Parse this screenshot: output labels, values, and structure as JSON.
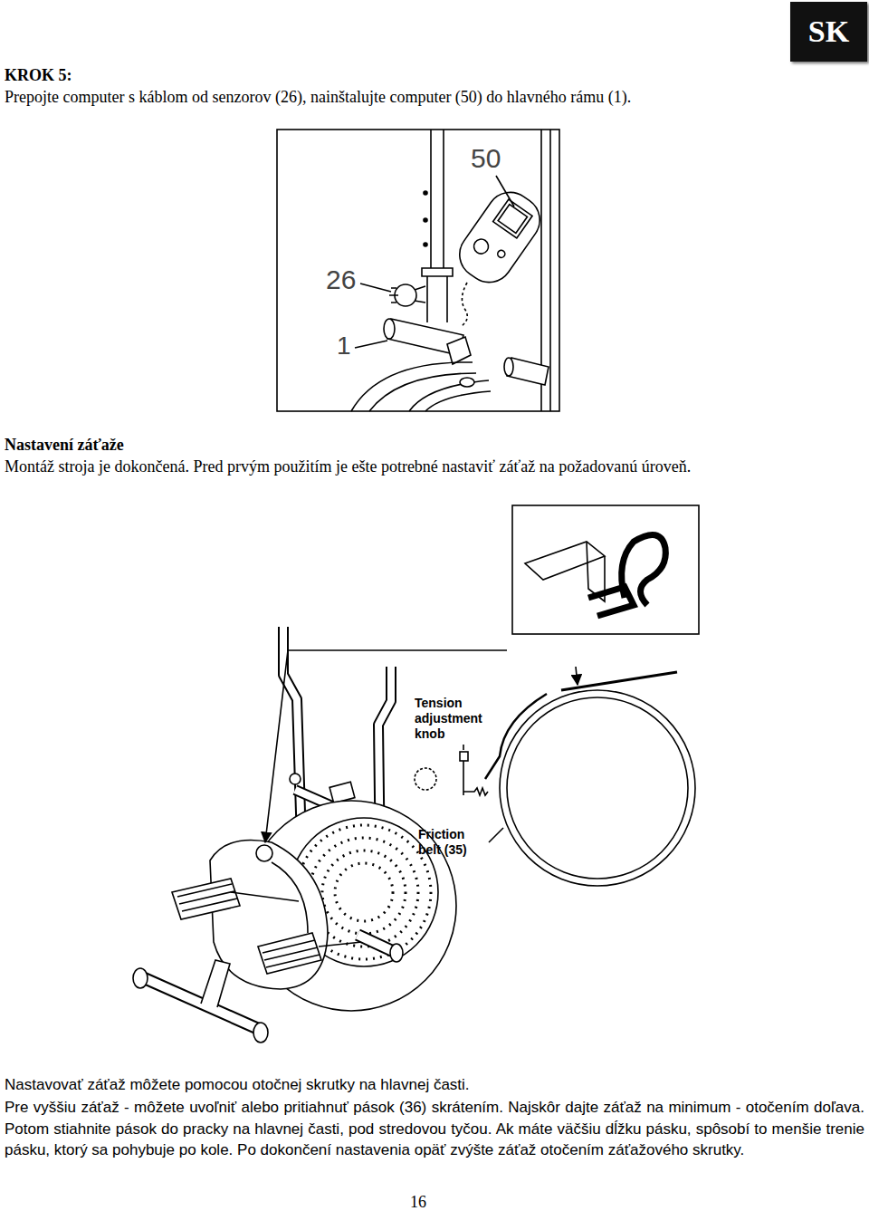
{
  "diagram": {
    "title": "KROK 5:",
    "nodes": [
      {
        "text": [
          "SK"
        ]
      }
    ],
    "labels": [
      "Prepojte computer s káblom od senzorov (26), nainštalujte computer (50) do hlavného rámu (1).",
      "50",
      "26",
      "1",
      "Nastavení záťaže",
      "Montáž stroja je dokončená. Pred prvým použitím je ešte potrebné nastaviť záťaž na požadovanú úroveň.",
      "Tension adjustment knob",
      "Friction belt (35)",
      "Nastavovať záťaž môžete pomocou otočnej skrutky na hlavnej časti.",
      "Pre vyššiu záťaž - môžete uvoľniť alebo pritiahnuť pások (36) skrátením. Najskôr dajte záťaž na minimum - otočením doľava. Potom stiahnite pások do pracky na hlavnej časti, pod stredovou tyčou. Ak máte väčšiu dĺžku pásku, spôsobí to menšie trenie pásku, ktorý sa pohybuje po kole. Po dokončení nastavenia opäť zvýšte záťaž otočením záťažového skrutky.",
      "16"
    ]
  }
}
